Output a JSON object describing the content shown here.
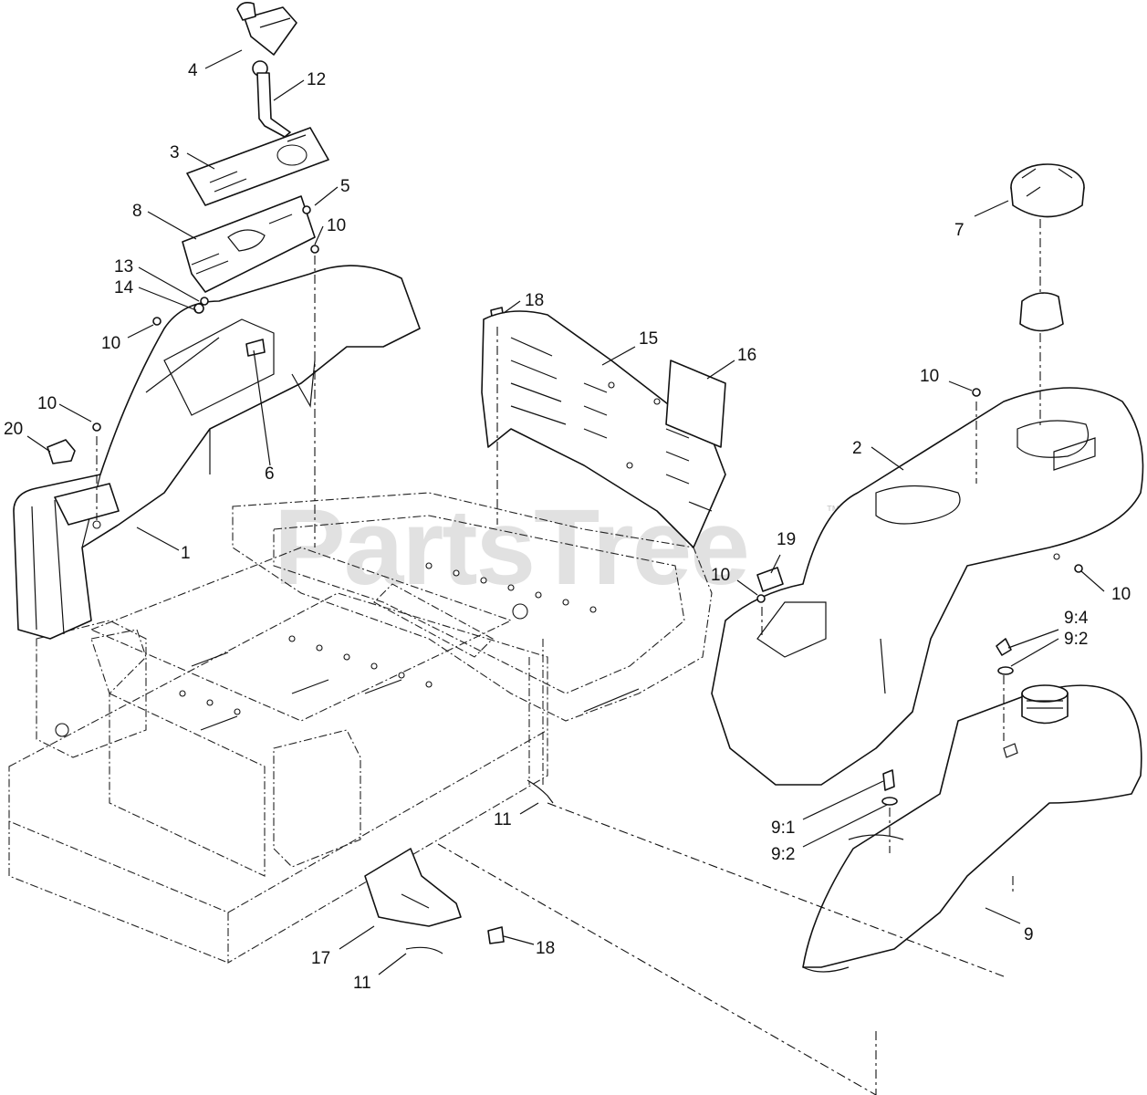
{
  "watermark": {
    "text": "PartsTree",
    "mark": "™"
  },
  "callouts": {
    "c1": "1",
    "c2": "2",
    "c3": "3",
    "c4": "4",
    "c5": "5",
    "c6": "6",
    "c7": "7",
    "c8": "8",
    "c9": "9",
    "c10a": "10",
    "c10b": "10",
    "c10c": "10",
    "c10d": "10",
    "c10e": "10",
    "c10f": "10",
    "c11a": "11",
    "c11b": "11",
    "c12": "12",
    "c13": "13",
    "c14": "14",
    "c15": "15",
    "c16": "16",
    "c17": "17",
    "c18a": "18",
    "c18b": "18",
    "c19": "19",
    "c20": "20",
    "c9_1": "9:1",
    "c9_2a": "9:2",
    "c9_2b": "9:2",
    "c9_4": "9:4"
  }
}
